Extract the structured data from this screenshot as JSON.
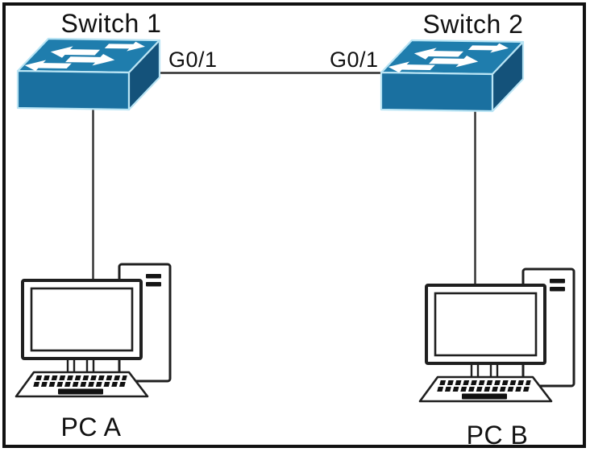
{
  "diagram": {
    "type": "network-topology",
    "nodes": {
      "switch1": {
        "label": "Switch 1",
        "kind": "switch"
      },
      "switch2": {
        "label": "Switch 2",
        "kind": "switch"
      },
      "pc_a": {
        "label": "PC A",
        "kind": "desktop-pc"
      },
      "pc_b": {
        "label": "PC B",
        "kind": "desktop-pc"
      }
    },
    "links": {
      "switch1_switch2": {
        "from": "Switch 1",
        "to": "Switch 2",
        "port_at_switch1": "G0/1",
        "port_at_switch2": "G0/1"
      },
      "switch1_pc_a": {
        "from": "Switch 1",
        "to": "PC A"
      },
      "switch2_pc_b": {
        "from": "Switch 2",
        "to": "PC B"
      }
    },
    "colors": {
      "switch_top": "#1f7dad",
      "switch_front": "#1a70a0",
      "switch_side": "#14527a",
      "switch_edge_highlight": "#b9e4f4",
      "cable": "#2e2e2e",
      "device_outline": "#1f1f1f",
      "text": "#111111",
      "background": "#ffffff",
      "frame_border": "#111111"
    }
  }
}
